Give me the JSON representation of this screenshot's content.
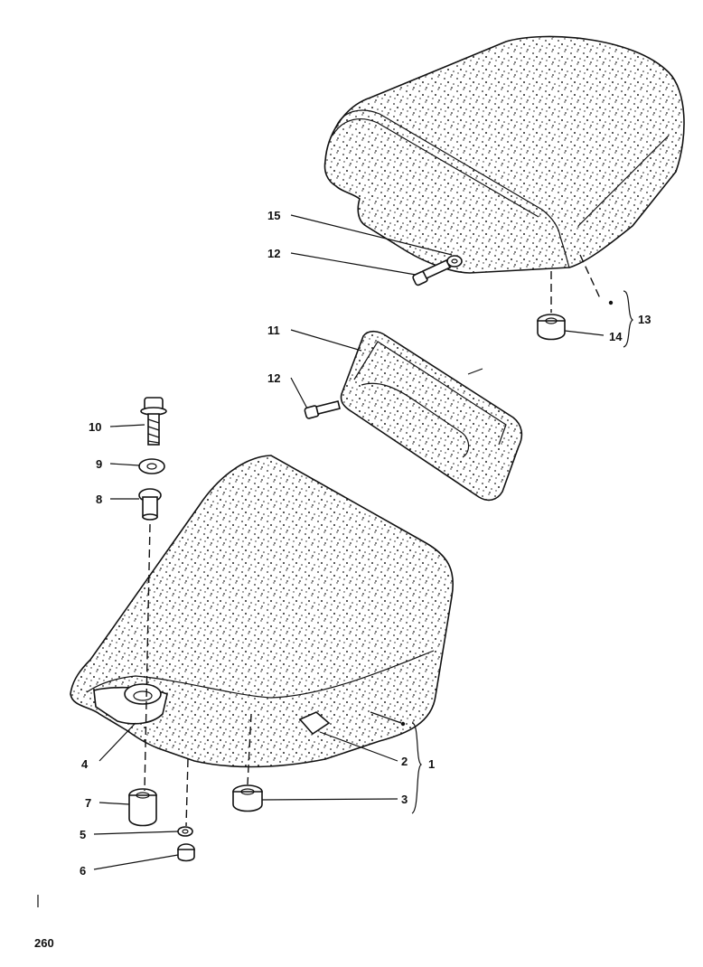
{
  "callouts": {
    "c1": "1",
    "c2": "2",
    "c3": "3",
    "c4": "4",
    "c5": "5",
    "c6": "6",
    "c7": "7",
    "c8": "8",
    "c9": "9",
    "c10": "10",
    "c11": "11",
    "c12a": "12",
    "c12b": "12",
    "c13": "13",
    "c14": "14",
    "c15": "15"
  },
  "page_number": "260",
  "colors": {
    "ink": "#111111",
    "paper": "#ffffff"
  }
}
